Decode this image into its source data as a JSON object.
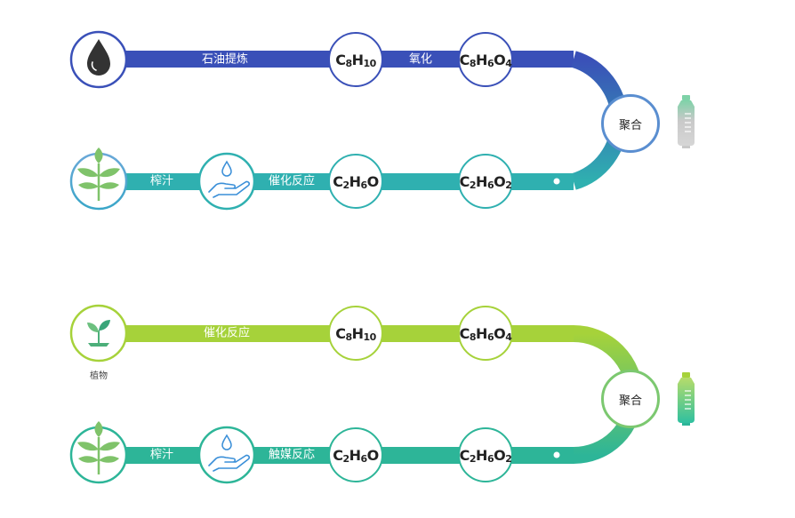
{
  "colors": {
    "blue": "#3a50b8",
    "teal": "#2fb0b0",
    "lime": "#a6d23a",
    "green": "#2db598",
    "leaf": "#7fc36a",
    "oil": "#333333",
    "hand": "#3a8fd8",
    "bottle_top_a": "#c9c9c9",
    "bottle_top_b": "#2fc0a0"
  },
  "diagram_top": {
    "upper_row": {
      "source_icon": "oil-drop-icon",
      "label_1": "石油提炼",
      "compound_1": [
        {
          "t": "C"
        },
        {
          "t": "8",
          "sub": true
        },
        {
          "t": "H"
        },
        {
          "t": "10",
          "sub": true
        }
      ],
      "label_2": "氧化",
      "compound_2": [
        {
          "t": "C"
        },
        {
          "t": "8",
          "sub": true
        },
        {
          "t": "H"
        },
        {
          "t": "6",
          "sub": true
        },
        {
          "t": "O"
        },
        {
          "t": "4",
          "sub": true
        }
      ]
    },
    "polymerization": "聚合",
    "lower_row": {
      "source_icon": "plant-icon",
      "label_1": "榨汁",
      "mid_icon": "hand-water-drop-icon",
      "label_2": "催化反应",
      "compound_1": [
        {
          "t": "C"
        },
        {
          "t": "2",
          "sub": true
        },
        {
          "t": "H"
        },
        {
          "t": "6",
          "sub": true
        },
        {
          "t": "O"
        }
      ],
      "compound_2": [
        {
          "t": "C"
        },
        {
          "t": "2",
          "sub": true
        },
        {
          "t": "H"
        },
        {
          "t": "6",
          "sub": true
        },
        {
          "t": "O"
        },
        {
          "t": "2",
          "sub": true
        }
      ]
    },
    "product_icon": "bottle-icon"
  },
  "diagram_bottom": {
    "upper_row": {
      "source_icon": "seedling-icon",
      "source_caption": "植物",
      "label_1": "催化反应",
      "compound_1": [
        {
          "t": "C"
        },
        {
          "t": "8",
          "sub": true
        },
        {
          "t": "H"
        },
        {
          "t": "10",
          "sub": true
        }
      ],
      "compound_2": [
        {
          "t": "C"
        },
        {
          "t": "8",
          "sub": true
        },
        {
          "t": "H"
        },
        {
          "t": "6",
          "sub": true
        },
        {
          "t": "O"
        },
        {
          "t": "4",
          "sub": true
        }
      ]
    },
    "polymerization": "聚合",
    "lower_row": {
      "source_icon": "plant-icon",
      "label_1": "榨汁",
      "mid_icon": "hand-water-drop-icon",
      "label_2": "触媒反応",
      "compound_1": [
        {
          "t": "C"
        },
        {
          "t": "2",
          "sub": true
        },
        {
          "t": "H"
        },
        {
          "t": "6",
          "sub": true
        },
        {
          "t": "O"
        }
      ],
      "compound_2": [
        {
          "t": "C"
        },
        {
          "t": "2",
          "sub": true
        },
        {
          "t": "H"
        },
        {
          "t": "6",
          "sub": true
        },
        {
          "t": "O"
        },
        {
          "t": "2",
          "sub": true
        }
      ]
    },
    "product_icon": "bottle-icon"
  }
}
